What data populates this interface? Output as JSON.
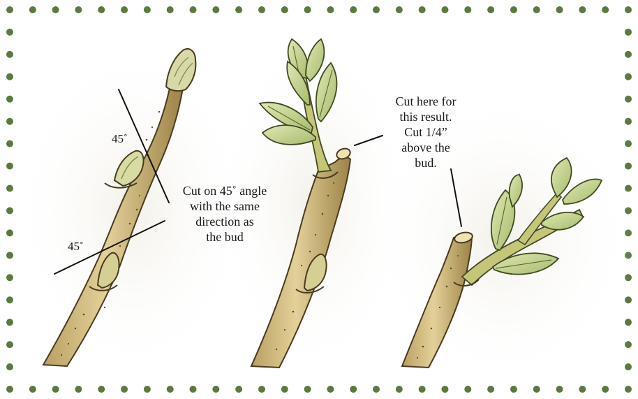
{
  "labels": {
    "angle_upper": "45˚",
    "angle_lower": "45˚",
    "cut_angle_note": "Cut on 45˚ angle\nwith the same\ndirection as\nthe bud",
    "cut_here_note": "Cut here for\nthis result.\nCut 1/4”\nabove the\nbud."
  },
  "colors": {
    "border_dots": "#5b7a3e",
    "stem_fill": "#d9c48a",
    "stem_shadow": "#a88f55",
    "stem_outline": "#4a3a20",
    "leaf_fill": "#c9d79a",
    "leaf_outline": "#3f4a25",
    "bud_fill": "#d8d9a8",
    "guide_line": "#111111"
  }
}
